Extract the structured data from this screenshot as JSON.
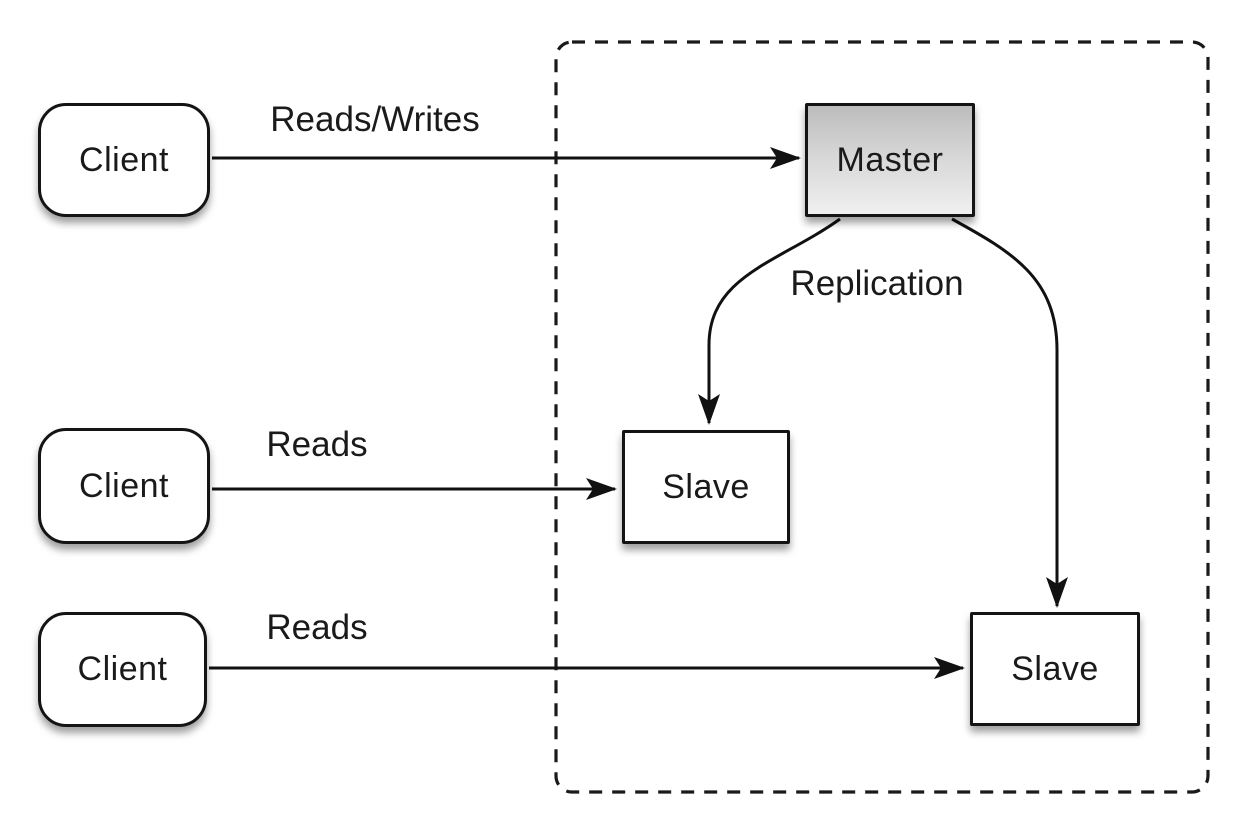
{
  "diagram": {
    "background_color": "#ffffff",
    "stroke_color": "#111111",
    "text_color": "#1a1a1a",
    "master_fill_top": "#bcbcbc",
    "master_fill_bottom": "#f0f0f0",
    "nodes": {
      "client1": {
        "label": "Client"
      },
      "client2": {
        "label": "Client"
      },
      "client3": {
        "label": "Client"
      },
      "master": {
        "label": "Master"
      },
      "slave1": {
        "label": "Slave"
      },
      "slave2": {
        "label": "Slave"
      }
    },
    "edges": {
      "reads_writes": {
        "label": "Reads/Writes"
      },
      "reads1": {
        "label": "Reads"
      },
      "reads2": {
        "label": "Reads"
      },
      "replication": {
        "label": "Replication"
      }
    }
  }
}
